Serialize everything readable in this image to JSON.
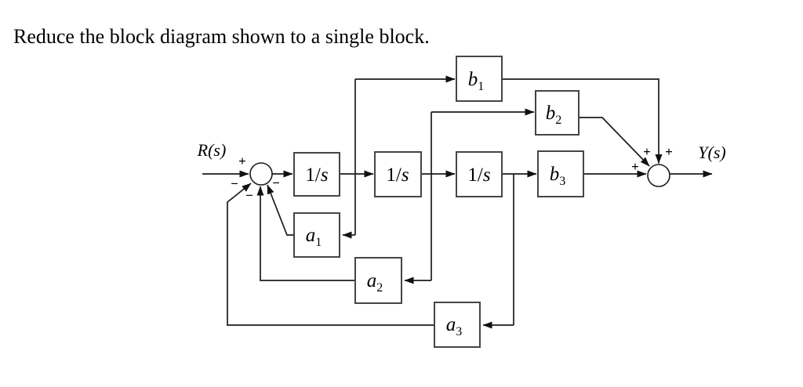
{
  "title": "Reduce the block diagram shown to a single block.",
  "labels": {
    "input": "R(s)",
    "output": "Y(s)"
  },
  "signs": {
    "plus_input": "+",
    "plus_b1": "+",
    "plus_b2": "+",
    "plus_b3": "+",
    "minus_a1": "−",
    "minus_a2": "−",
    "minus_a3": "−"
  },
  "blocks": {
    "integrator1": {
      "numerator": "1/",
      "variable": "s"
    },
    "integrator2": {
      "numerator": "1/",
      "variable": "s"
    },
    "integrator3": {
      "numerator": "1/",
      "variable": "s"
    },
    "b1": {
      "base": "b",
      "sub": "1"
    },
    "b2": {
      "base": "b",
      "sub": "2"
    },
    "b3": {
      "base": "b",
      "sub": "3"
    },
    "a1": {
      "base": "a",
      "sub": "1"
    },
    "a2": {
      "base": "a",
      "sub": "2"
    },
    "a3": {
      "base": "a",
      "sub": "3"
    }
  },
  "colors": {
    "line": "#1c1c1c",
    "block_border": "#454545",
    "background": "#ffffff"
  }
}
